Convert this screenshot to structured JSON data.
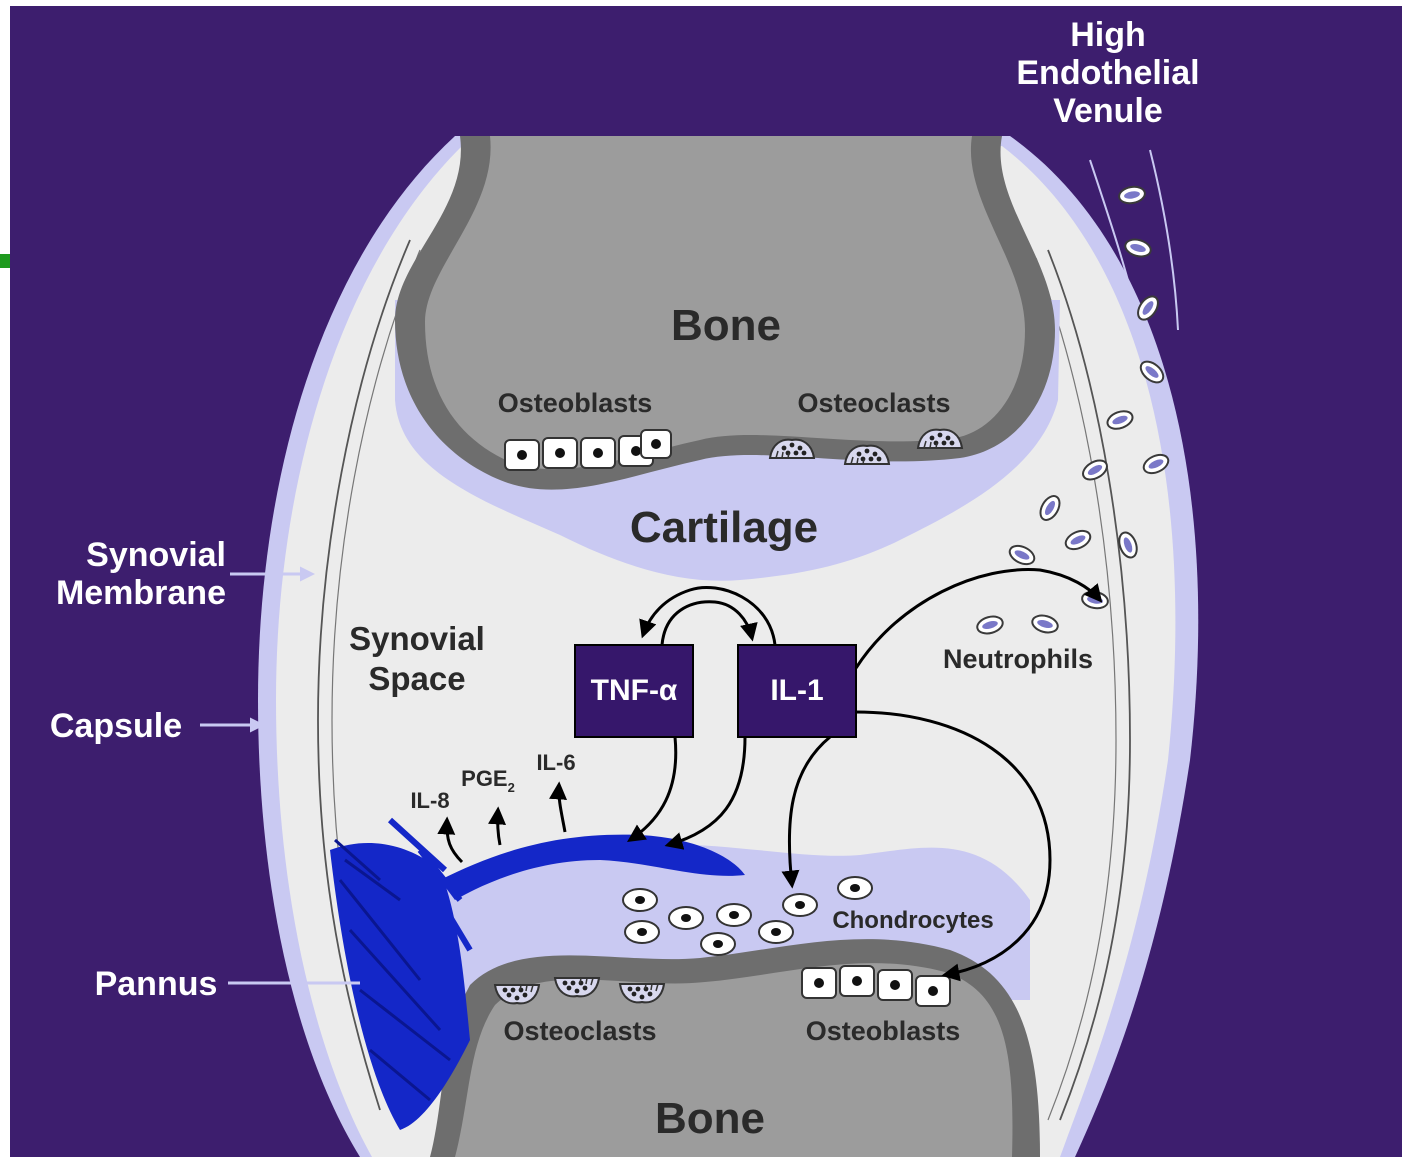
{
  "labels": {
    "hev_line1": "High",
    "hev_line2": "Endothelial",
    "hev_line3": "Venule",
    "bone_top": "Bone",
    "bone_bottom": "Bone",
    "osteoblasts_top": "Osteoblasts",
    "osteoclasts_top": "Osteoclasts",
    "cartilage": "Cartilage",
    "synovial_membrane_line1": "Synovial",
    "synovial_membrane_line2": "Membrane",
    "synovial_space_line1": "Synovial",
    "synovial_space_line2": "Space",
    "capsule": "Capsule",
    "tnf": "TNF-α",
    "il1": "IL-1",
    "neutrophils": "Neutrophils",
    "il8": "IL-8",
    "pge2": "PGE",
    "pge2_sub": "2",
    "il6": "IL-6",
    "chondrocytes": "Chondrocytes",
    "pannus": "Pannus",
    "osteoclasts_bottom": "Osteoclasts",
    "osteoblasts_bottom": "Osteoblasts"
  },
  "colors": {
    "background": "#3d1e6e",
    "capsule": "#c9c9f2",
    "joint_space": "#ececec",
    "cartilage": "#c9c9f2",
    "bone": "#9c9c9c",
    "bone_rim": "#6e6e6e",
    "box": "#36176b",
    "pannus": "#1427c8"
  }
}
